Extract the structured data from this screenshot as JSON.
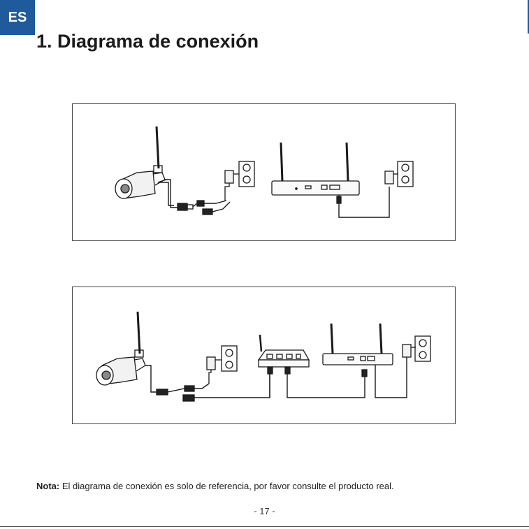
{
  "header": {
    "language_badge": "ES",
    "title": "1. Diagrama de conexión"
  },
  "diagrams": [
    {
      "items": [
        "camera",
        "power-adapter",
        "wall-outlet",
        "nvr",
        "power-adapter",
        "wall-outlet"
      ]
    },
    {
      "items": [
        "camera",
        "power-adapter",
        "wall-outlet",
        "router",
        "nvr",
        "power-adapter",
        "wall-outlet"
      ]
    }
  ],
  "footer": {
    "note_label": "Nota:",
    "note_text": " El diagrama de conexión es solo de referencia, por favor consulte el producto real.",
    "page_number": "- 17 -"
  },
  "colors": {
    "accent": "#1f5a9c",
    "line": "#1a1a1a"
  }
}
